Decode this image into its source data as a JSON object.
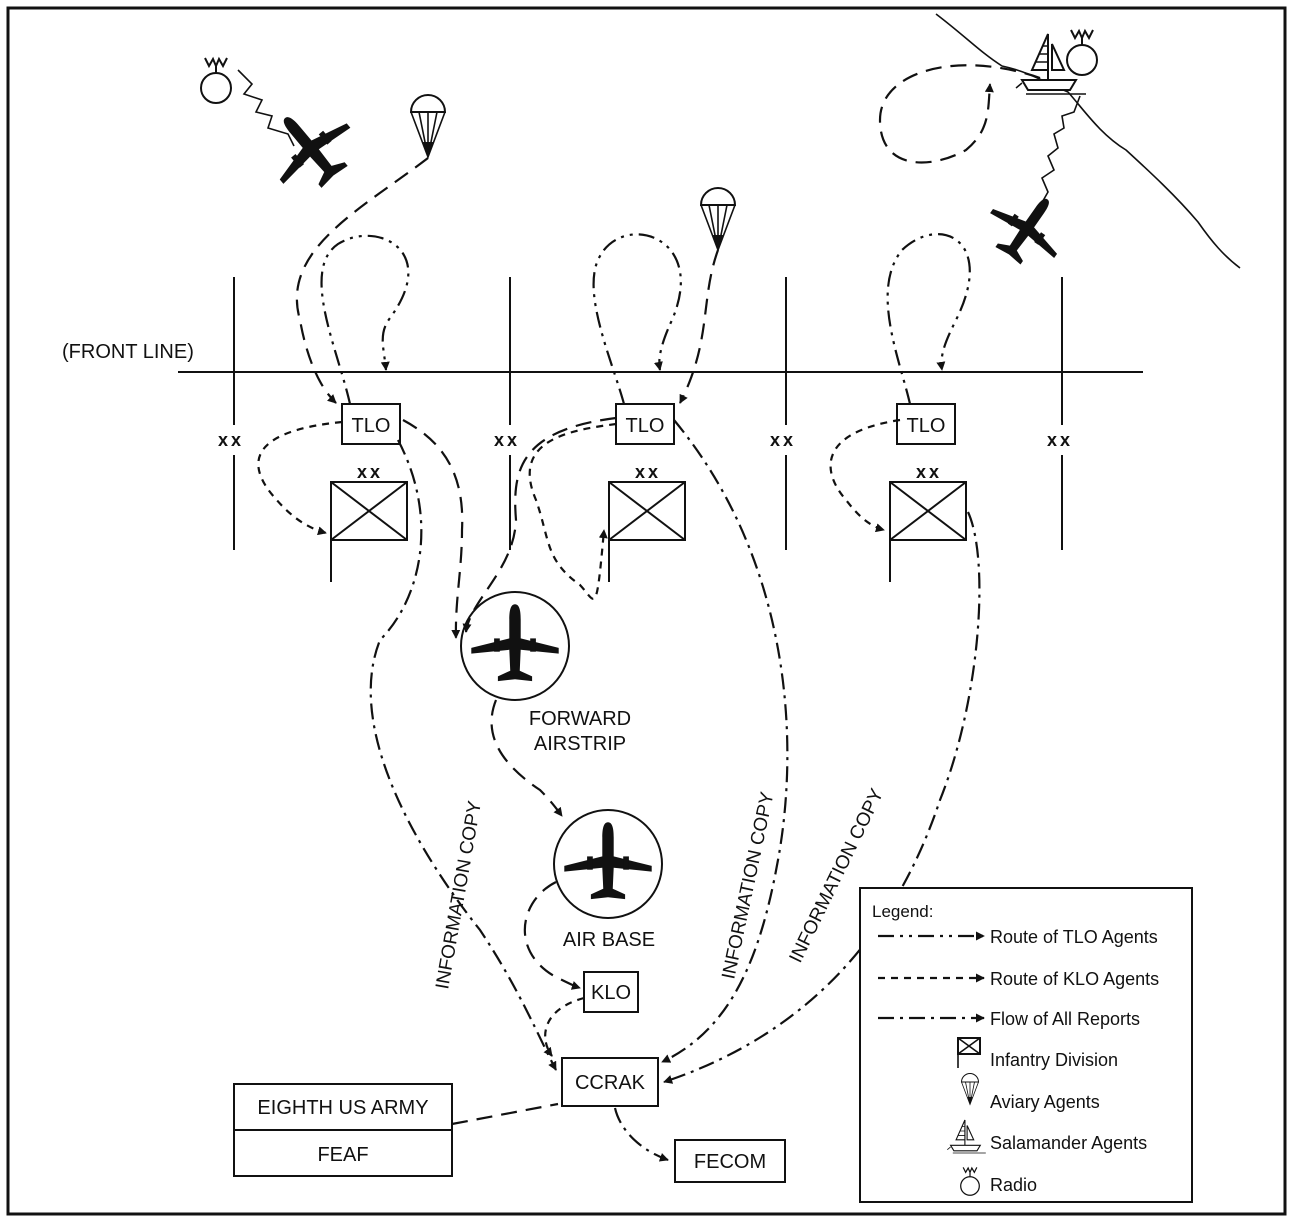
{
  "front_line_label": "(FRONT LINE)",
  "division_marker": "xx",
  "units": {
    "tlo": "TLO",
    "klo": "KLO",
    "ccrak": "CCRAK",
    "eighth_army": "EIGHTH US ARMY",
    "feaf": "FEAF",
    "fecom": "FECOM"
  },
  "forward_airstrip": [
    "FORWARD",
    "AIRSTRIP"
  ],
  "air_base": "AIR BASE",
  "info_copy": "INFORMATION COPY",
  "legend": {
    "title": "Legend:",
    "items": [
      "Route of TLO Agents",
      "Route of KLO Agents",
      "Flow of All Reports",
      "Infantry Division",
      "Aviary Agents",
      "Salamander Agents",
      "Radio"
    ]
  }
}
